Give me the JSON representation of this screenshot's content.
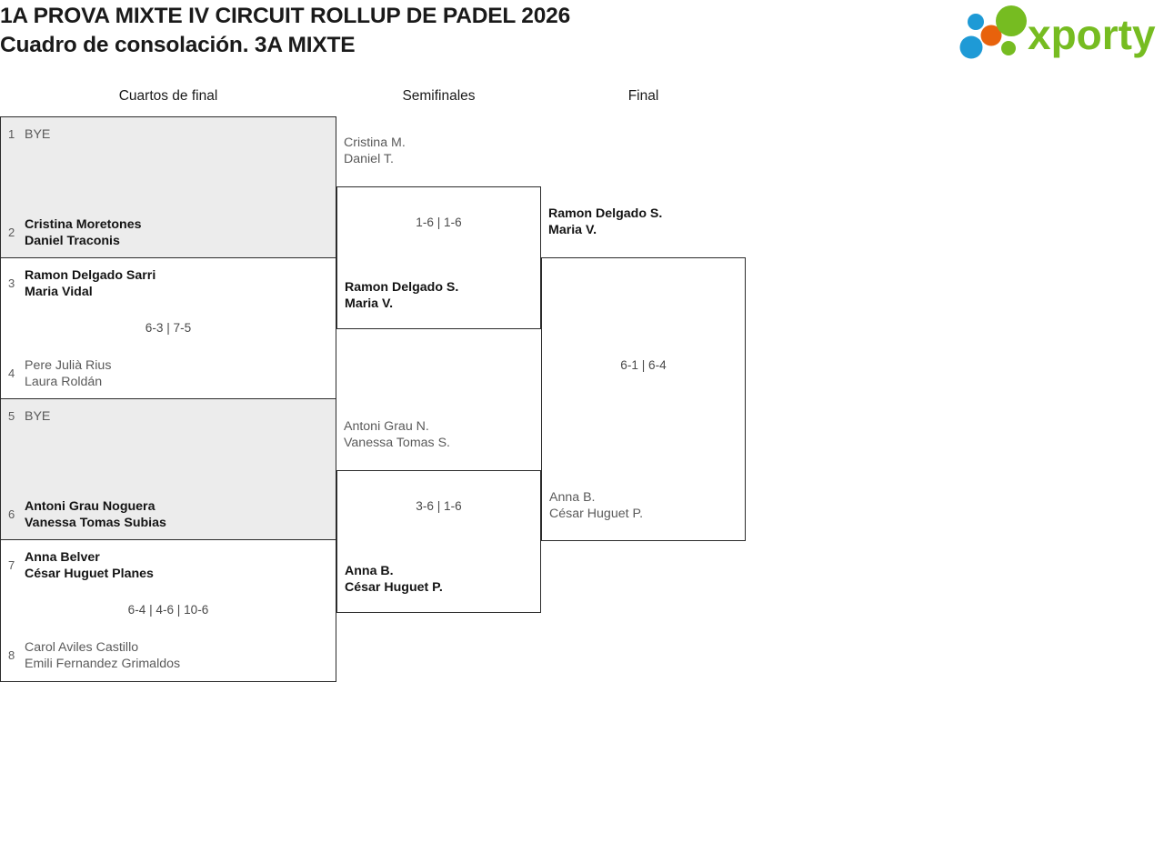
{
  "header": {
    "title_line1": "1A PROVA MIXTE IV CIRCUIT ROLLUP DE PADEL 2026",
    "title_line2": "Cuadro de consolación. 3A MIXTE",
    "logo_text": "xporty",
    "logo_colors": {
      "green": "#76bc21",
      "blue": "#1e9ad6",
      "orange": "#e8620c"
    }
  },
  "rounds": [
    {
      "key": "qf",
      "label": "Cuartos de final"
    },
    {
      "key": "sf",
      "label": "Semifinales"
    },
    {
      "key": "f",
      "label": "Final"
    }
  ],
  "quarterfinals": [
    {
      "bye": true,
      "score": "",
      "top": {
        "seed": "1",
        "line1": "BYE",
        "line2": "",
        "winner": false
      },
      "bottom": {
        "seed": "2",
        "line1": "Cristina Moretones",
        "line2": "Daniel Traconis",
        "winner": true
      }
    },
    {
      "bye": false,
      "score": "6-3 | 7-5",
      "top": {
        "seed": "3",
        "line1": "Ramon Delgado Sarri",
        "line2": "Maria Vidal",
        "winner": true
      },
      "bottom": {
        "seed": "4",
        "line1": "Pere Julià Rius",
        "line2": "Laura Roldán",
        "winner": false
      }
    },
    {
      "bye": true,
      "score": "",
      "top": {
        "seed": "5",
        "line1": "BYE",
        "line2": "",
        "winner": false
      },
      "bottom": {
        "seed": "6",
        "line1": "Antoni Grau Noguera",
        "line2": "Vanessa Tomas Subias",
        "winner": true
      }
    },
    {
      "bye": false,
      "score": "6-4 | 4-6 | 10-6",
      "top": {
        "seed": "7",
        "line1": "Anna Belver",
        "line2": "César Huguet Planes",
        "winner": true
      },
      "bottom": {
        "seed": "8",
        "line1": "Carol Aviles Castillo",
        "line2": "Emili Fernandez Grimaldos",
        "winner": false
      }
    }
  ],
  "semifinals": [
    {
      "score": "1-6 | 1-6",
      "top": {
        "line1": "Cristina M.",
        "line2": "Daniel T.",
        "winner": false
      },
      "bottom": {
        "line1": "Ramon Delgado S.",
        "line2": "Maria V.",
        "winner": true
      }
    },
    {
      "score": "3-6 | 1-6",
      "top": {
        "line1": "Antoni Grau N.",
        "line2": "Vanessa Tomas S.",
        "winner": false
      },
      "bottom": {
        "line1": "Anna B.",
        "line2": "César Huguet P.",
        "winner": true
      }
    }
  ],
  "final": {
    "score": "6-1 | 6-4",
    "top": {
      "line1": "Ramon Delgado S.",
      "line2": "Maria V.",
      "winner": true
    },
    "bottom": {
      "line1": "Anna B.",
      "line2": "César Huguet P.",
      "winner": false
    }
  }
}
